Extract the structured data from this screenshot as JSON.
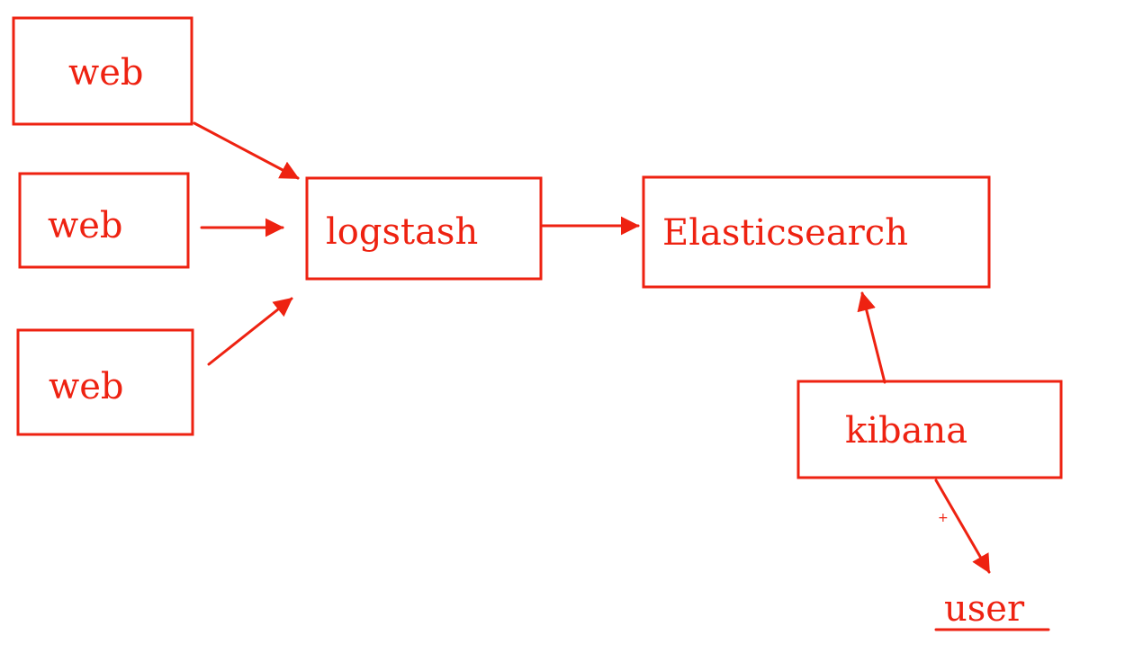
{
  "colors": {
    "stroke": "#ee2211",
    "text": "#ee2211"
  },
  "nodes": {
    "web_1": {
      "label": "web"
    },
    "web_2": {
      "label": "web"
    },
    "web_3": {
      "label": "web"
    },
    "logstash": {
      "label": "logstash"
    },
    "elasticsearch": {
      "label": "Elasticsearch"
    },
    "kibana": {
      "label": "kibana"
    },
    "user": {
      "label": "user"
    }
  },
  "marks": {
    "plus_sign": "+"
  },
  "edges": [
    {
      "from": "web_1",
      "to": "logstash"
    },
    {
      "from": "web_2",
      "to": "logstash"
    },
    {
      "from": "web_3",
      "to": "logstash"
    },
    {
      "from": "logstash",
      "to": "elasticsearch"
    },
    {
      "from": "kibana",
      "to": "elasticsearch"
    },
    {
      "from": "kibana",
      "to": "user"
    }
  ]
}
